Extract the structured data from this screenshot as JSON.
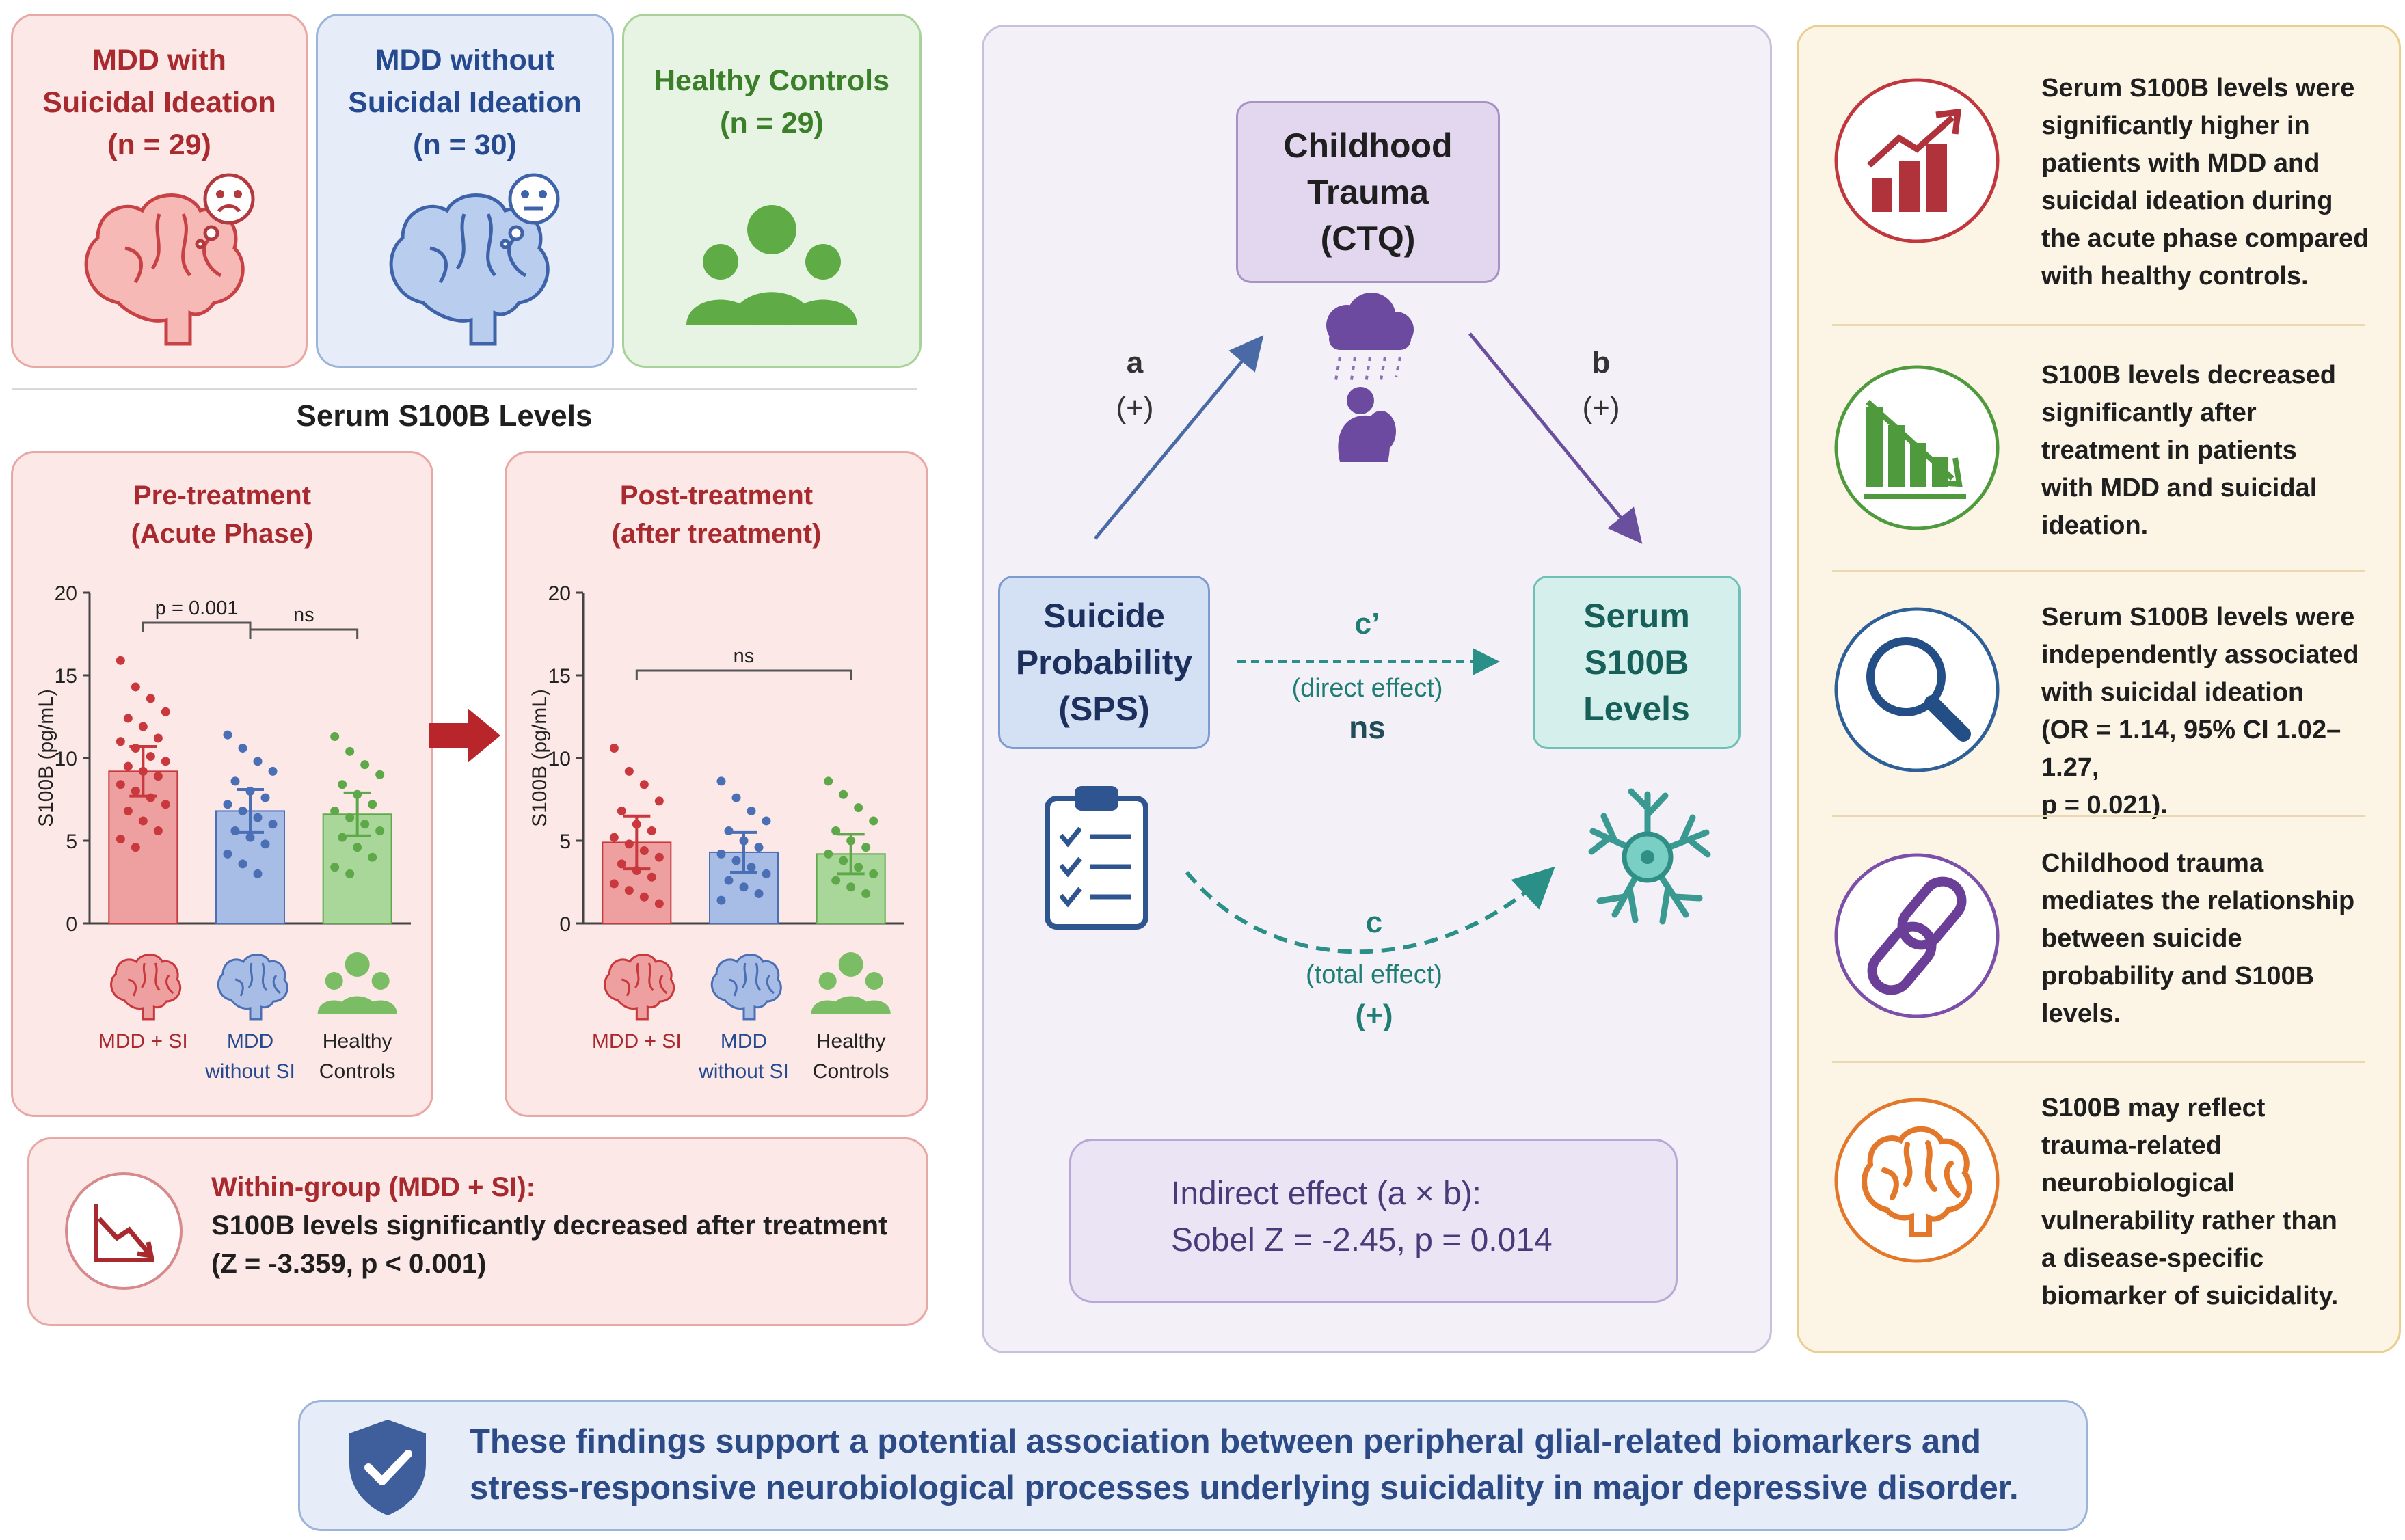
{
  "groups": [
    {
      "title_line1": "MDD with",
      "title_line2": "Suicidal Ideation",
      "n": "(n = 29)",
      "icon": "brain-sad-icon"
    },
    {
      "title_line1": "MDD without",
      "title_line2": "Suicidal Ideation",
      "n": "(n = 30)",
      "icon": "brain-neutral-icon"
    },
    {
      "title_line1": "Healthy Controls",
      "title_line2": "",
      "n": "(n = 29)",
      "icon": "people-group-icon"
    }
  ],
  "serum_heading": "Serum S100B Levels",
  "panels": {
    "pre": {
      "title_line1": "Pre-treatment",
      "title_line2": "(Acute Phase)"
    },
    "post": {
      "title_line1": "Post-treatment",
      "title_line2": "(after treatment)"
    }
  },
  "chart_data": [
    {
      "type": "bar",
      "title": "Pre-treatment (Acute Phase)",
      "ylabel": "S100B (pg/mL)",
      "ylim": [
        0,
        20
      ],
      "yticks": [
        "0",
        "5",
        "10",
        "15",
        "20"
      ],
      "categories": [
        {
          "line1": "MDD + SI",
          "line2": ""
        },
        {
          "line1": "MDD",
          "line2": "without SI"
        },
        {
          "line1": "Healthy",
          "line2": "Controls"
        }
      ],
      "values": [
        9.2,
        6.8,
        6.6
      ],
      "error": [
        1.5,
        1.3,
        1.3
      ],
      "points": [
        [
          15.9,
          14.3,
          13.6,
          12.8,
          12.4,
          11.9,
          11.2,
          11.0,
          10.6,
          10.1,
          9.8,
          9.5,
          9.2,
          8.9,
          8.4,
          8.0,
          7.6,
          7.2,
          6.8,
          6.2,
          5.6,
          5.1,
          4.6
        ],
        [
          11.4,
          10.6,
          9.8,
          9.2,
          8.6,
          8.0,
          7.6,
          7.2,
          6.8,
          6.4,
          6.0,
          5.6,
          5.2,
          4.8,
          4.2,
          3.6,
          3.0
        ],
        [
          11.3,
          10.4,
          9.6,
          9.0,
          8.4,
          7.8,
          7.2,
          6.8,
          6.4,
          6.0,
          5.6,
          5.2,
          4.6,
          4.0,
          3.4,
          3.0
        ]
      ],
      "annotations": [
        {
          "label": "p = 0.001",
          "from": 0,
          "to": 1
        },
        {
          "label": "ns",
          "from": 1,
          "to": 2
        }
      ],
      "colors": [
        "#c8383c",
        "#4a6fb5",
        "#5fa84a"
      ],
      "fills": [
        "#ee9f9f",
        "#a7bde6",
        "#a9d79a"
      ]
    },
    {
      "type": "bar",
      "title": "Post-treatment (after treatment)",
      "ylabel": "S100B (pg/mL)",
      "ylim": [
        0,
        20
      ],
      "yticks": [
        "0",
        "5",
        "10",
        "15",
        "20"
      ],
      "categories": [
        {
          "line1": "MDD + SI",
          "line2": ""
        },
        {
          "line1": "MDD",
          "line2": "without SI"
        },
        {
          "line1": "Healthy",
          "line2": "Controls"
        }
      ],
      "values": [
        4.9,
        4.3,
        4.2
      ],
      "error": [
        1.6,
        1.2,
        1.2
      ],
      "points": [
        [
          10.6,
          9.2,
          8.4,
          7.4,
          6.8,
          6.0,
          5.6,
          5.2,
          4.8,
          4.4,
          4.0,
          3.6,
          3.2,
          2.8,
          2.4,
          2.0,
          1.6,
          1.2
        ],
        [
          8.6,
          7.6,
          6.8,
          6.2,
          5.6,
          5.0,
          4.6,
          4.2,
          3.8,
          3.4,
          3.0,
          2.6,
          2.2,
          1.8,
          1.4
        ],
        [
          8.6,
          7.8,
          7.0,
          6.2,
          5.6,
          5.0,
          4.6,
          4.2,
          3.8,
          3.4,
          3.0,
          2.6,
          2.2,
          1.8
        ]
      ],
      "annotations": [
        {
          "label": "ns",
          "from": 0,
          "to": 2
        }
      ],
      "colors": [
        "#c8383c",
        "#4a6fb5",
        "#5fa84a"
      ],
      "fills": [
        "#ee9f9f",
        "#a7bde6",
        "#a9d79a"
      ]
    }
  ],
  "within_group": {
    "title": "Within-group (MDD + SI):",
    "line1": "S100B levels significantly decreased after treatment",
    "line2": "(Z = -3.359, p < 0.001)"
  },
  "mediation": {
    "trauma": {
      "line1": "Childhood",
      "line2": "Trauma",
      "line3": "(CTQ)"
    },
    "sps": {
      "line1": "Suicide",
      "line2": "Probability",
      "line3": "(SPS)"
    },
    "s100b": {
      "line1": "Serum",
      "line2": "S100B",
      "line3": "Levels"
    },
    "path_a": {
      "label": "a",
      "sign": "(+)"
    },
    "path_b": {
      "label": "b",
      "sign": "(+)"
    },
    "path_c_prime": {
      "label": "c’",
      "desc": "(direct effect)",
      "result": "ns"
    },
    "path_c": {
      "label": "c",
      "desc": "(total effect)",
      "result": "(+)"
    },
    "indirect_line1": "Indirect effect (a × b):",
    "indirect_line2": "Sobel Z = -2.45, p = 0.014"
  },
  "findings": [
    {
      "icon": "chart-up-icon",
      "color": "#c0383e",
      "lines": [
        "Serum S100B levels were",
        "significantly higher in",
        "patients with MDD and",
        "suicidal ideation during",
        "the acute phase compared",
        "with healthy controls."
      ]
    },
    {
      "icon": "chart-down-icon",
      "color": "#4f9a3c",
      "lines": [
        "S100B levels decreased",
        "significantly after",
        "treatment in patients",
        "with MDD and suicidal",
        "ideation."
      ]
    },
    {
      "icon": "magnifier-icon",
      "color": "#2e5f97",
      "lines": [
        "Serum S100B levels were",
        "independently associated",
        "with suicidal ideation",
        "(OR = 1.14, 95% CI 1.02–1.27,",
        "p = 0.021)."
      ]
    },
    {
      "icon": "chain-link-icon",
      "color": "#7c4fa8",
      "lines": [
        "Childhood trauma",
        "mediates the relationship",
        "between suicide",
        "probability and S100B",
        "levels."
      ]
    },
    {
      "icon": "brain-icon",
      "color": "#e3782a",
      "lines": [
        "S100B may reflect",
        "trauma-related",
        "neurobiological",
        "vulnerability rather than",
        "a disease-specific",
        "biomarker of suicidality."
      ]
    }
  ],
  "conclusion": {
    "line1": "These findings support a potential association between peripheral glial-related biomarkers and",
    "line2": "stress-responsive neurobiological processes underlying suicidality in major depressive disorder."
  }
}
